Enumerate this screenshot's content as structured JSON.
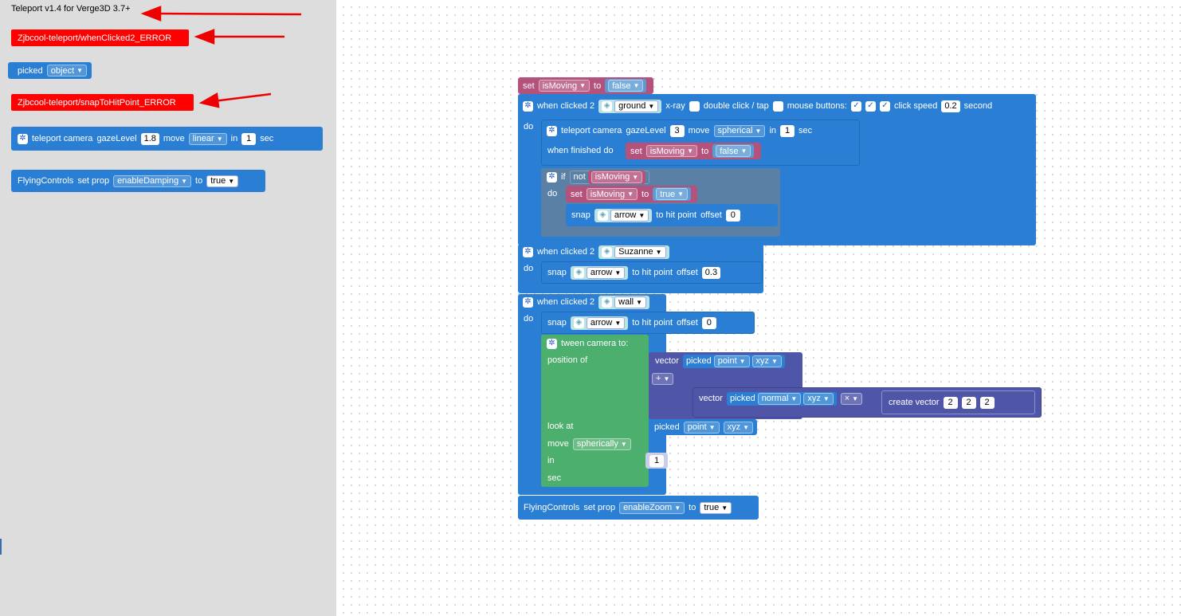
{
  "toolbox": {
    "title": "Teleport v1.4 for Verge3D 3.7+",
    "error1": "Zjbcool-teleport/whenClicked2_ERROR",
    "picked_label": "picked",
    "picked_value": "object",
    "error2": "Zjbcool-teleport/snapToHitPoint_ERROR",
    "tp_label": "teleport camera",
    "tp_gaze": "gazeLevel",
    "tp_gaze_val": "1.8",
    "tp_move": "move",
    "tp_move_val": "linear",
    "tp_in": "in",
    "tp_in_val": "1",
    "tp_sec": "sec",
    "fc_label": "FlyingControls",
    "fc_setprop": "set prop",
    "fc_prop": "enableDamping",
    "fc_to": "to",
    "fc_val": "true"
  },
  "blocks": {
    "set1": {
      "set": "set",
      "var": "isMoving",
      "to": "to",
      "val": "false"
    },
    "wc1": {
      "label": "when clicked 2",
      "obj": "ground",
      "xray": "x-ray",
      "dbl": "double click / tap",
      "mouse": "mouse buttons:",
      "check": "✓",
      "click_speed": "click speed",
      "speed": "0.2",
      "second": "second",
      "do": "do"
    },
    "tp2": {
      "label": "teleport camera",
      "gaze": "gazeLevel",
      "gaze_val": "3",
      "move": "move",
      "move_val": "spherical",
      "in": "in",
      "in_val": "1",
      "sec": "sec",
      "finished": "when finished do"
    },
    "set2": {
      "set": "set",
      "var": "isMoving",
      "to": "to",
      "val": "false"
    },
    "if1": {
      "if": "if",
      "not": "not",
      "var": "isMoving",
      "do": "do"
    },
    "set3": {
      "set": "set",
      "var": "isMoving",
      "to": "to",
      "val": "true"
    },
    "snap1": {
      "snap": "snap",
      "obj": "arrow",
      "hit": "to hit point",
      "offset": "offset",
      "val": "0"
    },
    "wc2": {
      "label": "when clicked 2",
      "obj": "Suzanne",
      "do": "do"
    },
    "snap2": {
      "snap": "snap",
      "obj": "arrow",
      "hit": "to hit point",
      "offset": "offset",
      "val": "0.3"
    },
    "wc3": {
      "label": "when clicked 2",
      "obj": "wall",
      "do": "do"
    },
    "snap3": {
      "snap": "snap",
      "obj": "arrow",
      "hit": "to hit point",
      "offset": "offset",
      "val": "0"
    },
    "tween": {
      "label": "tween camera to:",
      "pos": "position of",
      "look": "look at",
      "move": "move",
      "move_val": "spherically",
      "in": "in",
      "in_val": "1",
      "sec": "sec"
    },
    "vec1": {
      "vector": "vector",
      "picked": "picked",
      "point": "point",
      "xyz": "xyz",
      "op": "+"
    },
    "vec2": {
      "vector": "vector",
      "picked": "picked",
      "normal": "normal",
      "xyz": "xyz",
      "op": "×",
      "create": "create vector",
      "a": "2",
      "b": "2",
      "c": "2"
    },
    "look": {
      "picked": "picked",
      "point": "point",
      "xyz": "xyz"
    },
    "fc2": {
      "label": "FlyingControls",
      "setprop": "set prop",
      "prop": "enableZoom",
      "to": "to",
      "val": "true"
    }
  },
  "colors": {
    "blue": "#2a7fd4",
    "pink": "#b5527c",
    "teal": "#b9e3e6",
    "green": "#4caf6d",
    "indigo": "#4f56a8",
    "error": "#ff0000",
    "arrow": "#ee0000"
  }
}
